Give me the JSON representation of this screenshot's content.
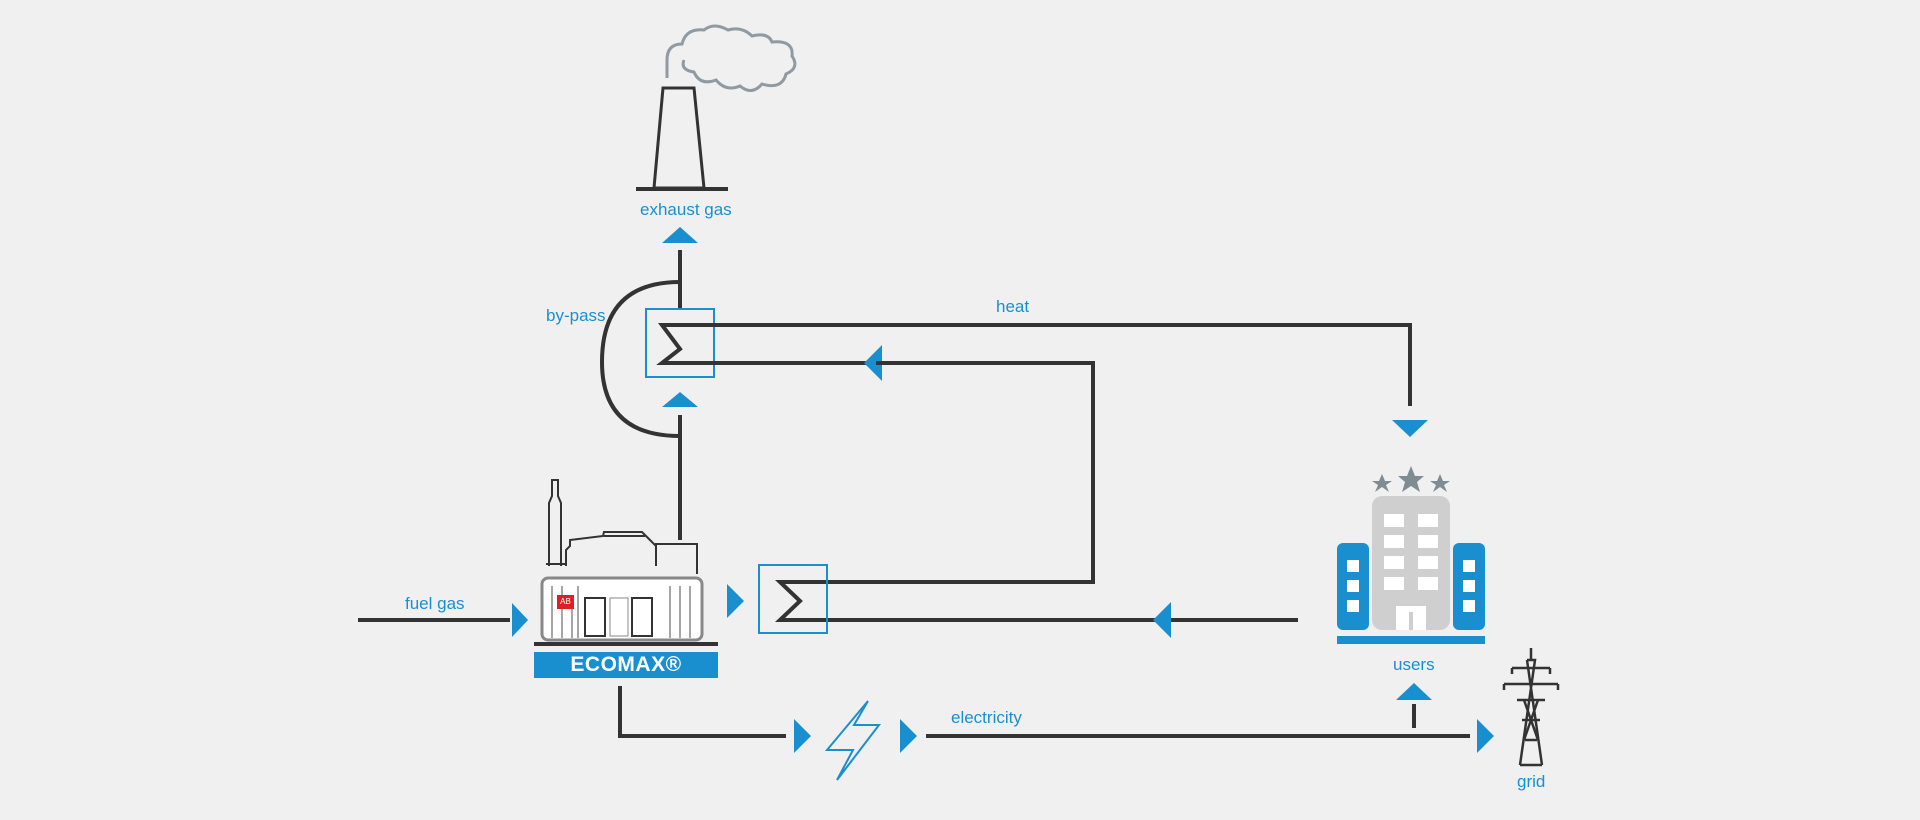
{
  "labels": {
    "exhaust_gas": "exhaust gas",
    "bypass": "by-pass",
    "heat": "heat",
    "fuel_gas": "fuel gas",
    "users": "users",
    "electricity": "electricity",
    "grid": "grid"
  },
  "engine": {
    "brand": "ECOMAX®",
    "badge": "AB"
  },
  "icons": {
    "chimney": "chimney-icon",
    "smoke": "smoke-cloud-icon",
    "engine": "cogeneration-engine-icon",
    "building": "hotel-building-icon",
    "stars": "star-icon",
    "lightning": "lightning-bolt-icon",
    "pylon": "power-pylon-icon",
    "heat_exchanger": "heat-exchanger-icon"
  },
  "colors": {
    "accent": "#1a8fd0",
    "line": "#333333",
    "building_gray": "#cfcfcf",
    "star_gray": "#7f8c94",
    "badge_red": "#e02020",
    "background": "#f0f0f0"
  }
}
